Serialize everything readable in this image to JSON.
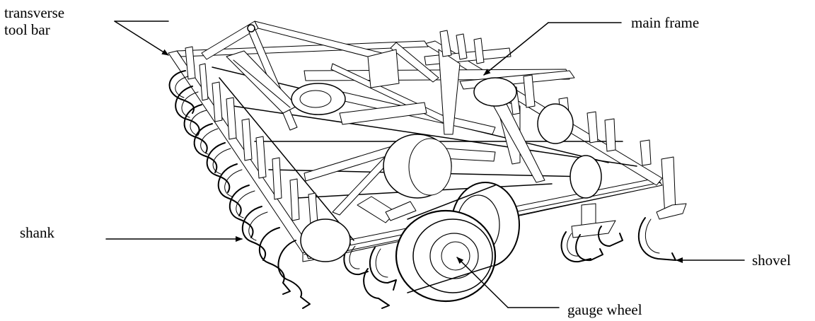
{
  "labels": {
    "transverse_tool_bar_line1": "transverse",
    "transverse_tool_bar_line2": "tool bar",
    "main_frame": "main frame",
    "shank": "shank",
    "shovel": "shovel",
    "gauge_wheel": "gauge wheel"
  },
  "colors": {
    "ink": "#000000",
    "background": "#ffffff"
  }
}
